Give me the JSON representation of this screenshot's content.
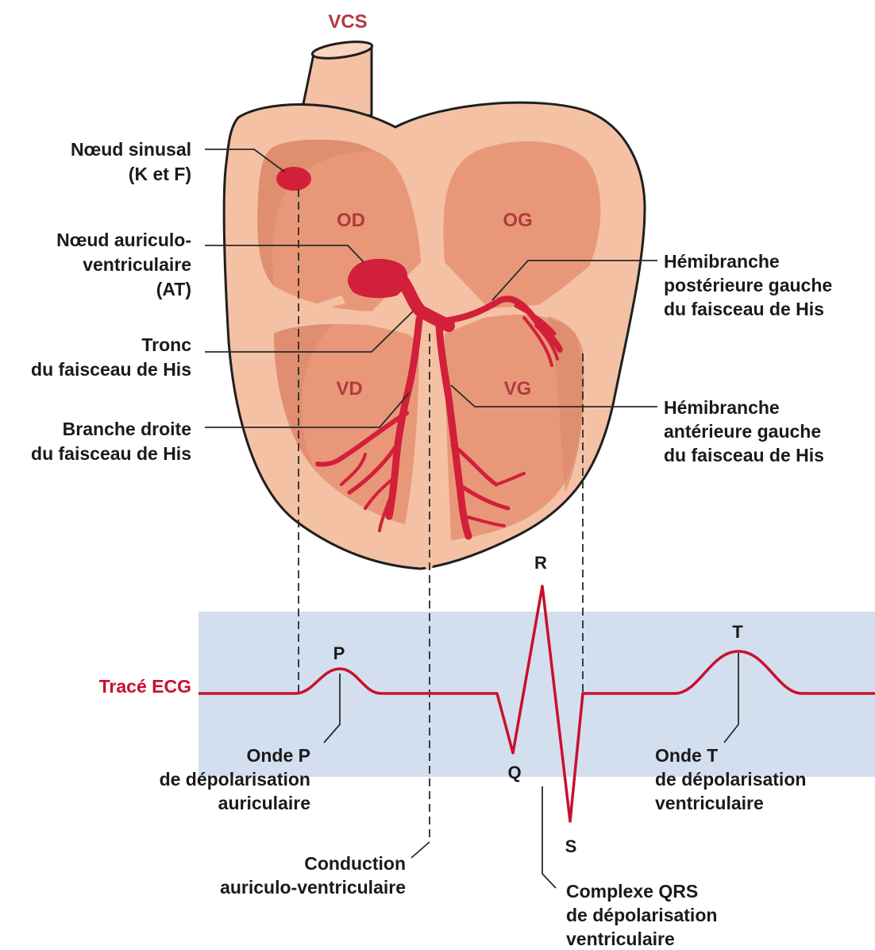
{
  "vcs": "VCS",
  "chambers": {
    "od": "OD",
    "og": "OG",
    "vd": "VD",
    "vg": "VG"
  },
  "left_labels": {
    "sinus": [
      "Nœud sinusal",
      "(K et F)"
    ],
    "av": [
      "Nœud auriculo-",
      "ventriculaire",
      "(AT)"
    ],
    "tronc": [
      "Tronc",
      "du faisceau de His"
    ],
    "branche_droite": [
      "Branche droite",
      "du faisceau de His"
    ]
  },
  "right_labels": {
    "post": [
      "Hémibranche",
      "postérieure gauche",
      "du faisceau de His"
    ],
    "ant": [
      "Hémibranche",
      "antérieure gauche",
      "du faisceau de His"
    ]
  },
  "ecg": {
    "title": "Tracé ECG",
    "p": "P",
    "q": "Q",
    "r": "R",
    "s": "S",
    "t": "T",
    "onde_p": [
      "Onde P",
      "de dépolarisation",
      "auriculaire"
    ],
    "conduction": [
      "Conduction",
      "auriculo-ventriculaire"
    ],
    "qrs": [
      "Complexe QRS",
      "de dépolarisation",
      "ventriculaire"
    ],
    "onde_t": [
      "Onde T",
      "de dépolarisation",
      "ventriculaire"
    ]
  },
  "colors": {
    "outline": "#1f1f1f",
    "heart_light": "#f4c1a4",
    "heart_mid": "#e89878",
    "heart_dark": "#dc8a6c",
    "conduction": "#d21f3a",
    "ecg_line": "#c8102e",
    "band": "#d3dfee"
  }
}
